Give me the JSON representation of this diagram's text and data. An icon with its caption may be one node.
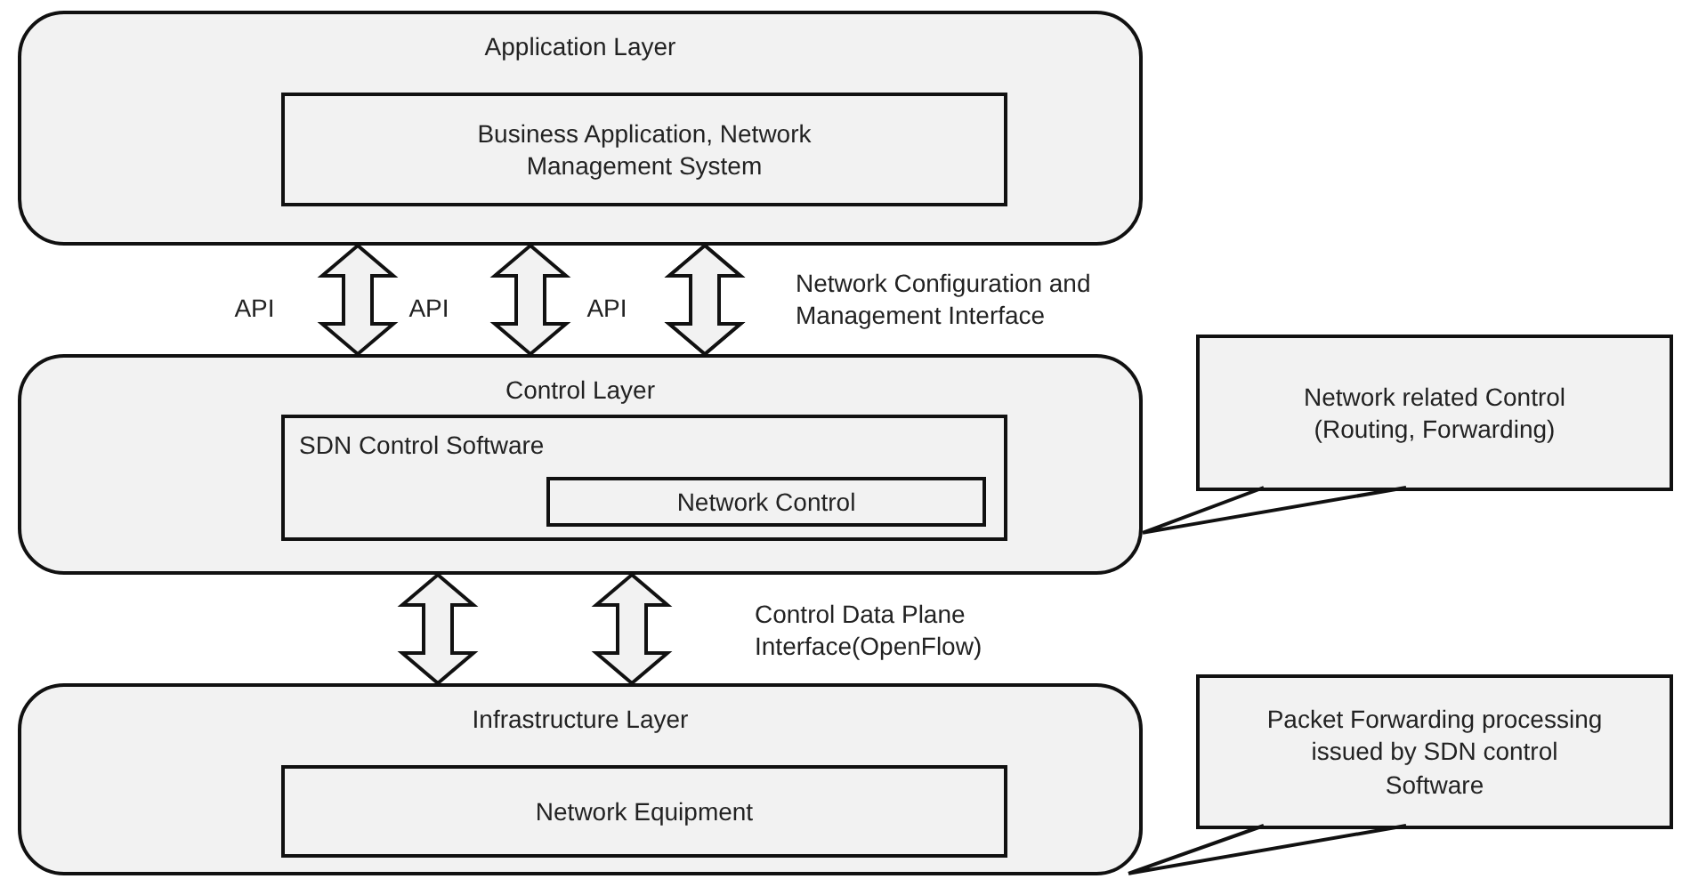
{
  "diagram": {
    "nodes": [
      {
        "text": [
          "Application Layer"
        ]
      },
      {
        "text": [
          "Business Application, Network Management System"
        ],
        "in": 0
      },
      {
        "text": [
          "Control Layer"
        ]
      },
      {
        "text": [
          "SDN Control Software"
        ],
        "in": 2
      },
      {
        "text": [
          "Network Control"
        ],
        "in": 3
      },
      {
        "text": [
          "Infrastructure Layer"
        ]
      },
      {
        "text": [
          "Network Equipment"
        ],
        "in": 5
      },
      {
        "text": [
          "Network related Control (Routing, Forwarding)"
        ]
      },
      {
        "text": [
          "Packet Forwarding processing issued by SDN control Software"
        ]
      }
    ],
    "edges": [
      {
        "from": 0,
        "to": 2,
        "arrow": "both",
        "label": "API"
      },
      {
        "from": 0,
        "to": 2,
        "arrow": "both",
        "label": "API"
      },
      {
        "from": 0,
        "to": 2,
        "arrow": "both",
        "label": "API"
      },
      {
        "from": 0,
        "to": 2,
        "arrow": "both",
        "label": "Network Configuration and Management Interface"
      },
      {
        "from": 2,
        "to": 5,
        "arrow": "both"
      },
      {
        "from": 2,
        "to": 5,
        "arrow": "both",
        "label": "Control Data Plane Interface(OpenFlow)"
      },
      {
        "from": 7,
        "to": 2,
        "arrow": "none"
      },
      {
        "from": 8,
        "to": 5,
        "arrow": "none"
      }
    ]
  }
}
